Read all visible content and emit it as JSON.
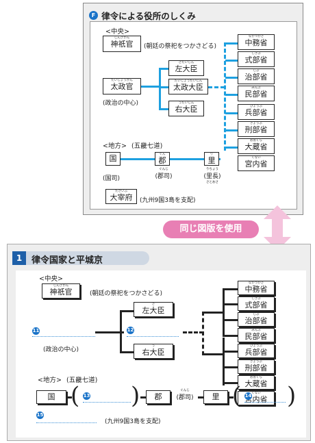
{
  "top": {
    "badge": "F",
    "title": "律令による役所のしくみ",
    "central_label": "<中央>",
    "jingikan": {
      "ruby": "じんぎかん",
      "text": "神祇官"
    },
    "jingikan_note": "(朝廷の祭祀をつかさどる)",
    "dajokan": {
      "ruby": "だいじょうかん",
      "text": "太政官"
    },
    "dajokan_note": "(政治の中心)",
    "ministers": [
      {
        "ruby": "さだいじん",
        "text": "左大臣"
      },
      {
        "ruby": "だいじょうだいじん",
        "text": "太政大臣"
      },
      {
        "ruby": "うだいじん",
        "text": "右大臣"
      }
    ],
    "ministries": [
      {
        "ruby": "なかつかさ",
        "text": "中務省"
      },
      {
        "ruby": "しきぶ",
        "text": "式部省"
      },
      {
        "ruby": "じぶ",
        "text": "治部省"
      },
      {
        "ruby": "みんぶ",
        "text": "民部省"
      },
      {
        "ruby": "ひょうぶ",
        "text": "兵部省"
      },
      {
        "ruby": "ぎょうぶ",
        "text": "刑部省"
      },
      {
        "ruby": "おおくら",
        "text": "大蔵省"
      },
      {
        "ruby": "くない",
        "text": "宮内省"
      }
    ],
    "local_label": "<地方>",
    "local_note": "(五畿七道)",
    "kuni": "国",
    "gun": {
      "ruby": "ぐん",
      "text": "郡"
    },
    "sato": {
      "ruby": "り",
      "text": "里"
    },
    "kokushi": "(国司)",
    "gunji": {
      "ruby": "ぐんじ",
      "text": "(郡司)"
    },
    "richo": {
      "ruby": "りちょう",
      "text": "(里長)",
      "ruby2": "さとおさ"
    },
    "dazaifu": {
      "ruby": "だざいふ",
      "text": "大宰府"
    },
    "dazaifu_note": "(九州9国3島を支配)"
  },
  "banner": "同じ図版を使用",
  "bottom": {
    "section_no": "1",
    "title": "律令国家と平城京",
    "central_label": "<中央>",
    "jingikan": {
      "ruby": "じんぎかん",
      "text": "神祇官"
    },
    "jingikan_note": "(朝廷の祭祀をつかさどる)",
    "blank_11": "11",
    "blank_12": "12",
    "blank_13": "13",
    "blank_14": "14",
    "blank_15": "15",
    "dajokan_note": "(政治の中心)",
    "ministers": [
      {
        "ruby": "さ",
        "text": "左大臣"
      },
      {
        "ruby": "う",
        "text": "右大臣"
      }
    ],
    "ministries": [
      {
        "ruby": "なかつかさ",
        "text": "中務省"
      },
      {
        "ruby": "しきぶ",
        "text": "式部省"
      },
      {
        "ruby": "じぶ",
        "text": "治部省"
      },
      {
        "ruby": "みんぶ",
        "text": "民部省"
      },
      {
        "ruby": "ひょうぶ",
        "text": "兵部省"
      },
      {
        "ruby": "ぎょうぶ",
        "text": "刑部省"
      },
      {
        "ruby": "おおくら",
        "text": "大蔵省"
      },
      {
        "ruby": "くない",
        "text": "宮内省"
      }
    ],
    "local_label": "<地方>",
    "local_note": "(五畿七道)",
    "kuni": "国",
    "gun": "郡",
    "gunji": {
      "ruby": "ぐんじ",
      "text": "(郡司)"
    },
    "sato": "里",
    "blank15_note": "(九州9国3島を支配)"
  },
  "colors": {
    "accent_blue": "#1da0e0",
    "banner_pink": "#e87fb4",
    "panel_bg": "#eeeeee"
  }
}
